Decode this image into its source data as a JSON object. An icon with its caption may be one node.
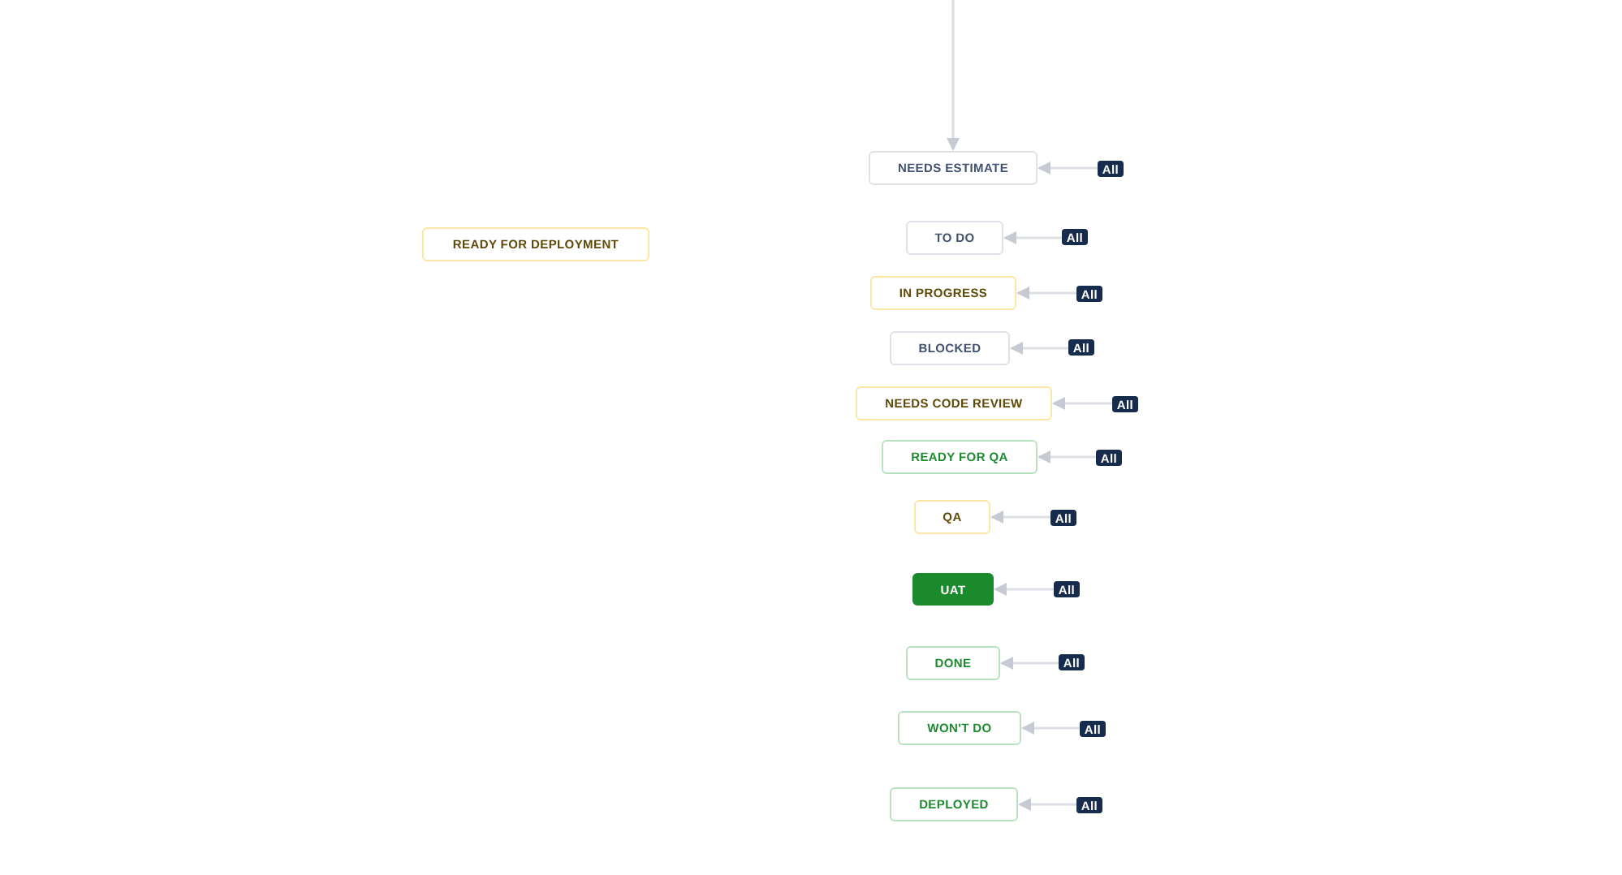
{
  "diagram": {
    "nodes": [
      {
        "text": [
          "NEEDS ESTIMATE"
        ]
      },
      {
        "text": [
          "All"
        ]
      },
      {
        "text": [
          "READY FOR DEPLOYMENT"
        ]
      },
      {
        "text": [
          "TO DO"
        ]
      },
      {
        "text": [
          "All"
        ]
      },
      {
        "text": [
          "IN PROGRESS"
        ]
      },
      {
        "text": [
          "All"
        ]
      },
      {
        "text": [
          "BLOCKED"
        ]
      },
      {
        "text": [
          "All"
        ]
      },
      {
        "text": [
          "NEEDS CODE REVIEW"
        ]
      },
      {
        "text": [
          "All"
        ]
      },
      {
        "text": [
          "READY FOR QA"
        ]
      },
      {
        "text": [
          "All"
        ]
      },
      {
        "text": [
          "QA"
        ]
      },
      {
        "text": [
          "All"
        ]
      },
      {
        "text": [
          "UAT"
        ]
      },
      {
        "text": [
          "All"
        ]
      },
      {
        "text": [
          "DONE"
        ]
      },
      {
        "text": [
          "All"
        ]
      },
      {
        "text": [
          "WON'T DO"
        ]
      },
      {
        "text": [
          "All"
        ]
      },
      {
        "text": [
          "DEPLOYED"
        ]
      },
      {
        "text": [
          "All"
        ]
      }
    ],
    "edges": [
      {
        "from": null,
        "to": 0,
        "arrow": "to"
      },
      {
        "from": 1,
        "to": 0,
        "arrow": "to"
      },
      {
        "from": 4,
        "to": 3,
        "arrow": "to"
      },
      {
        "from": 6,
        "to": 5,
        "arrow": "to"
      },
      {
        "from": 8,
        "to": 7,
        "arrow": "to"
      },
      {
        "from": 10,
        "to": 9,
        "arrow": "to"
      },
      {
        "from": 12,
        "to": 11,
        "arrow": "to"
      },
      {
        "from": 14,
        "to": 13,
        "arrow": "to"
      },
      {
        "from": 16,
        "to": 15,
        "arrow": "to"
      },
      {
        "from": 18,
        "to": 17,
        "arrow": "to"
      },
      {
        "from": 20,
        "to": 19,
        "arrow": "to"
      },
      {
        "from": 22,
        "to": 21,
        "arrow": "to"
      }
    ]
  }
}
